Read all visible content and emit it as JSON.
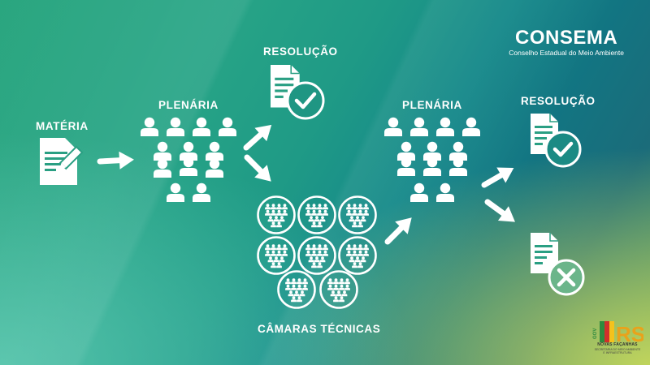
{
  "labels": {
    "materia": "MATÉRIA",
    "plenaria_1": "PLENÁRIA",
    "resolucao_1": "RESOLUÇÃO",
    "camaras": "CÂMARAS TÉCNICAS",
    "plenaria_2": "PLENÁRIA",
    "resolucao_2": "RESOLUÇÃO"
  },
  "brand": {
    "title": "CONSEMA",
    "subtitle": "Conselho Estadual do Meio Ambiente"
  },
  "gov_logo": {
    "name": "NOVAS FAÇANHAS",
    "vertical_text": "GOV",
    "letters": "RS",
    "subtitle": "SECRETARIA DO MEIO AMBIENTE E INFRAESTRUTURA"
  },
  "icons": {
    "materia": "document-pen-icon",
    "people": "people-group-icon",
    "approved": "document-check-icon",
    "rejected": "document-x-icon",
    "camara": "camara-circle-icon"
  }
}
